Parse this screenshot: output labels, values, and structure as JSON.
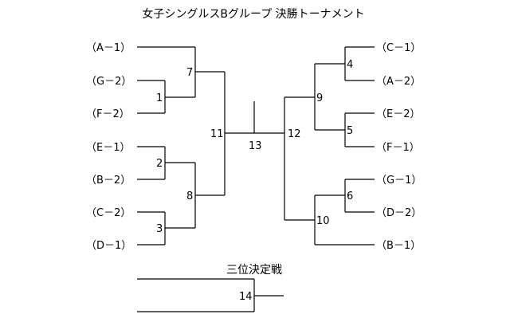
{
  "title": "女子シングルスBグループ 決勝トーナメント",
  "third_place_title": "三位決定戦",
  "left_players": [
    "（A－1）",
    "（G－2）",
    "（F－2）",
    "（E－1）",
    "（B－2）",
    "（C－2）",
    "（D－1）"
  ],
  "right_players": [
    "（C－1）",
    "（A－2）",
    "（E－2）",
    "（F－1）",
    "（G－1）",
    "（D－2）",
    "（B－1）"
  ],
  "matches": {
    "m1": "1",
    "m2": "2",
    "m3": "3",
    "m4": "4",
    "m5": "5",
    "m6": "6",
    "m7": "7",
    "m8": "8",
    "m9": "9",
    "m10": "10",
    "m11": "11",
    "m12": "12",
    "m13": "13",
    "m14": "14"
  }
}
